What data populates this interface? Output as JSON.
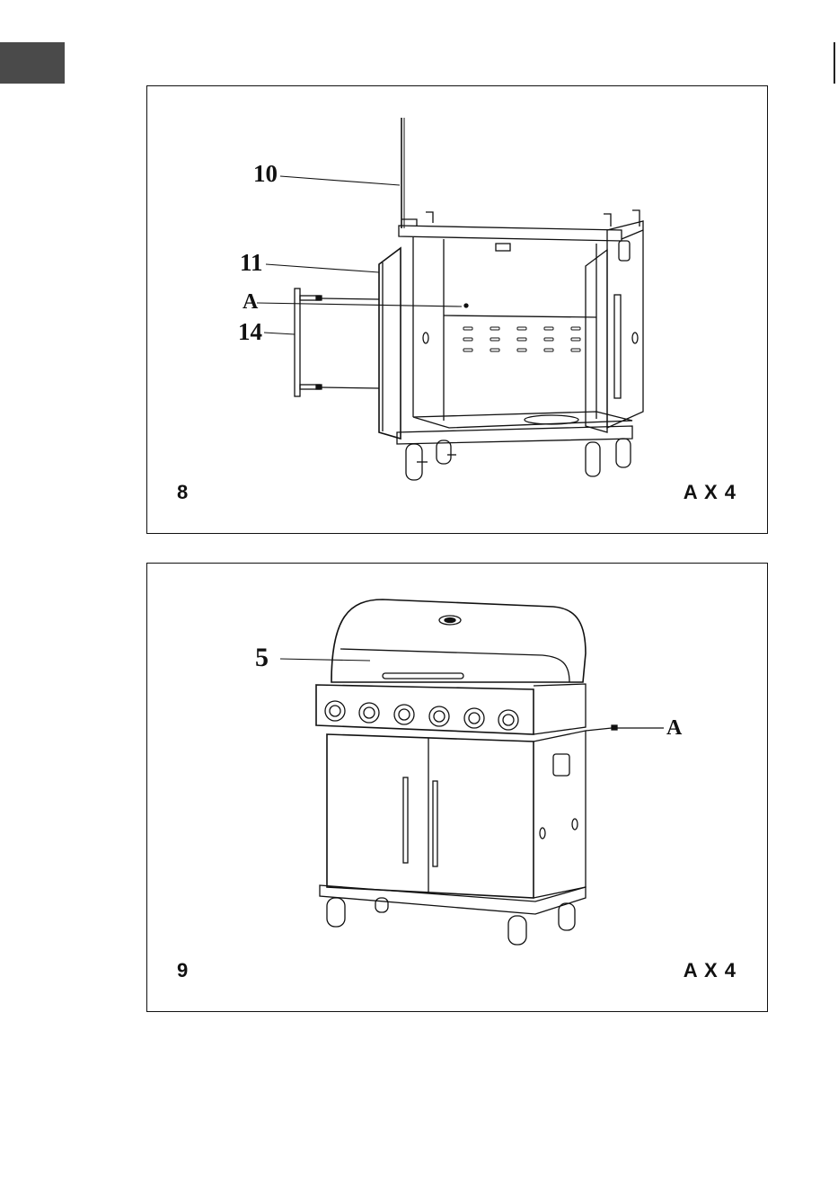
{
  "steps": [
    {
      "number": "8",
      "quantity": "A X 4",
      "callouts": {
        "rod": "10",
        "door": "11",
        "screw": "A",
        "handle": "14"
      }
    },
    {
      "number": "9",
      "quantity": "A X 4",
      "callouts": {
        "lid": "5",
        "screw": "A"
      }
    }
  ],
  "colors": {
    "tab": "#4a4a4a",
    "line": "#111111"
  }
}
